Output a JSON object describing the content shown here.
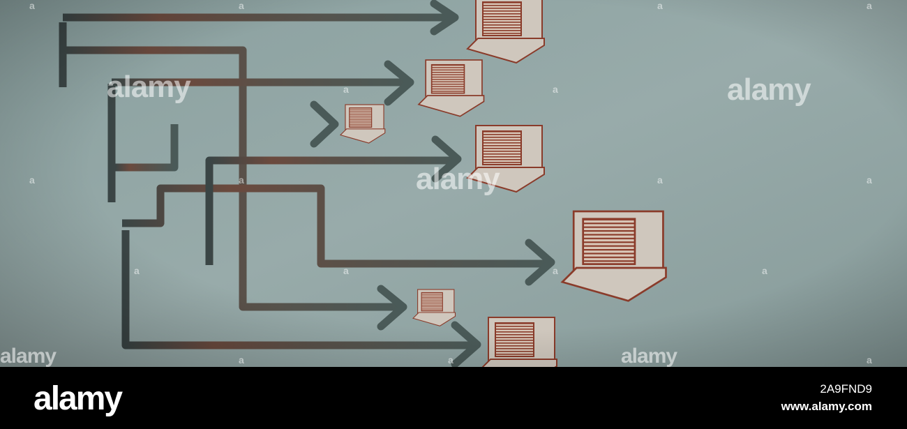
{
  "image": {
    "subject": "network-diagram-illustration",
    "colors": {
      "background": "#8fa3a3",
      "path_dark": "#3b4848",
      "path_rust": "#7a4a3c",
      "computer_line": "#8a3b2a",
      "footer": "#000000"
    }
  },
  "watermarks": {
    "center": "alamy",
    "right": "alamy",
    "bottom_left": "alamy",
    "bottom_right": "alamy",
    "top_left": "alamy"
  },
  "footer": {
    "logo": "alamy",
    "image_id": "2A9FND9",
    "url": "www.alamy.com"
  }
}
